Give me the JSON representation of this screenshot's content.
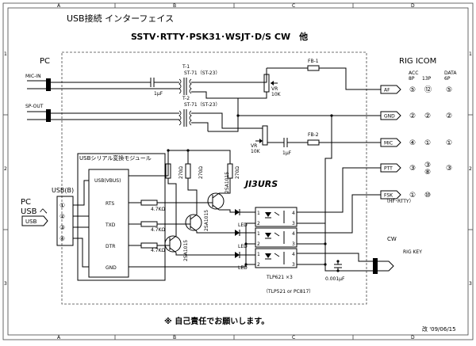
{
  "title": "USB接続 インターフェイス",
  "subtitle": "SSTV･RTTY･PSK31･WSJT･D/S CW　他",
  "author": "JI3URS",
  "note": "※ 自己責任でお願いします。",
  "revision": "改 '09/06/15",
  "frame_cols": [
    "A",
    "B",
    "C",
    "D"
  ],
  "frame_rows": [
    "1",
    "2",
    "3"
  ],
  "pc": {
    "label": "PC",
    "mic_in": "MIC-IN",
    "sp_out": "SP-OUT",
    "usb_to_pc": "PC\nUSB へ",
    "usb_tag": "USB"
  },
  "usb_module": {
    "label": "USBシリアル変換モジュール",
    "connector_label": "USB(B)",
    "chip_top": "USB(VBUS)",
    "pins": [
      "RTS",
      "TXD",
      "DTR",
      "GND"
    ],
    "connector_pins": [
      "①",
      "②",
      "③",
      "④"
    ]
  },
  "components": {
    "t1": "T-1",
    "t1_type": "ST-71（ST-23）",
    "t2": "T-2",
    "t2_type": "ST-71（ST-23）",
    "c1": "1μF",
    "c2": "1μF",
    "c3": "0.001μF",
    "vr1": "VR",
    "vr1_val": "10K",
    "vr2": "VR",
    "vr2_val": "10K",
    "fb1": "FB-1",
    "fb2": "FB-2",
    "r_base": [
      "4.7KΩ",
      "4.7KΩ",
      "4.7KΩ"
    ],
    "r_pull": [
      "270Ω",
      "270Ω",
      "270Ω"
    ],
    "transistors": [
      "2SA1015",
      "2SA1015",
      "2SA1015"
    ],
    "led": "LED",
    "opto": "TLP621 ×3",
    "opto_alt": "（TLP521 or PC817）",
    "opto_pins_left": [
      "1",
      "2",
      "1",
      "2",
      "1",
      "2"
    ],
    "opto_pins_right": [
      "4",
      "3",
      "4",
      "3",
      "4",
      "3"
    ]
  },
  "rig": {
    "title": "RIG  ICOM",
    "col_acc": "ACC\n8P",
    "col_13p": "13P",
    "col_data": "DATA\n6P",
    "rows": [
      {
        "label": "AF",
        "acc": "⑤",
        "p13": "⑫",
        "data": "⑤"
      },
      {
        "label": "GND",
        "acc": "②",
        "p13": "②",
        "data": "②"
      },
      {
        "label": "MIC",
        "acc": "④",
        "p13": "①",
        "data": "①"
      },
      {
        "label": "PTT",
        "acc": "③",
        "p13": "③\n⑧",
        "data": "③"
      },
      {
        "label": "FSK",
        "acc": "①",
        "p13": "⑩",
        "data": ""
      }
    ],
    "fsk_note": "（HF･RTTY）",
    "cw": "CW",
    "rig_key": "RIG KEY"
  }
}
